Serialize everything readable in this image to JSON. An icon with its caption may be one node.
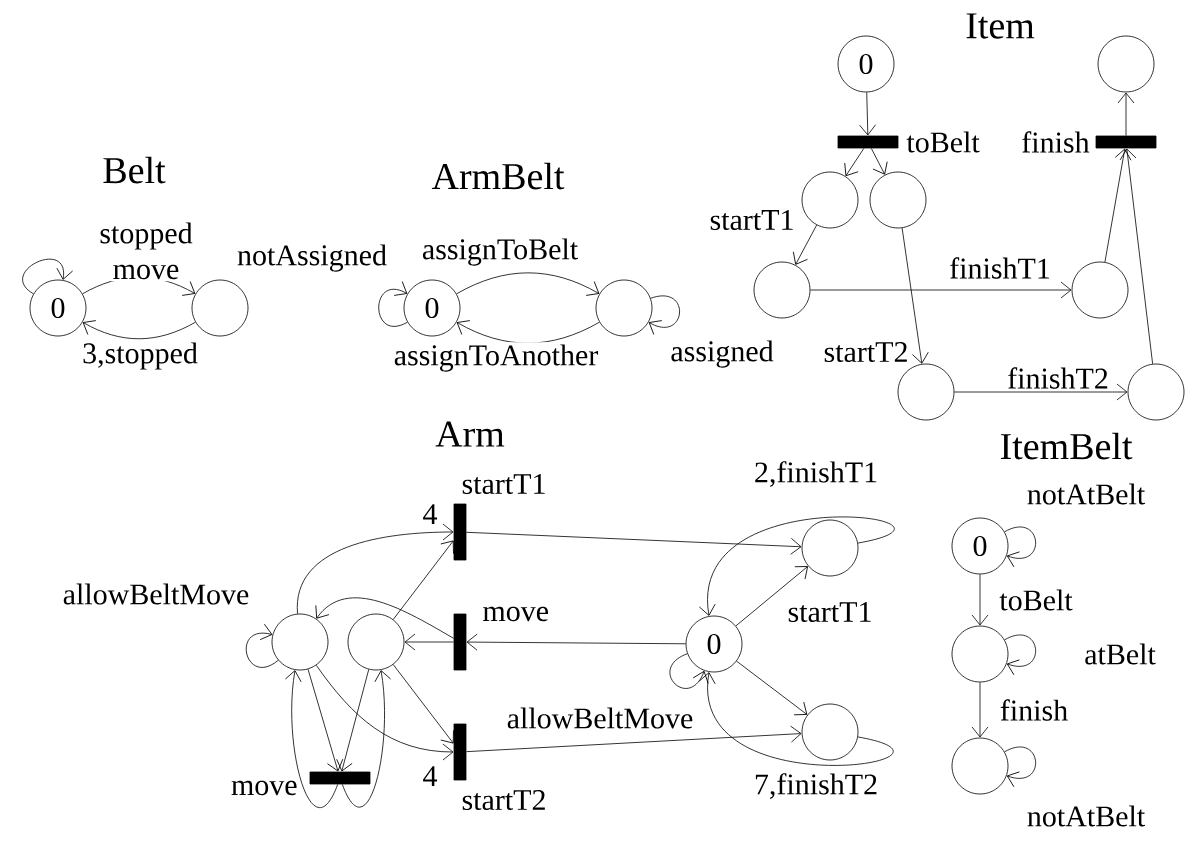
{
  "diagram": {
    "nodes": [
      {
        "text": [
          "0"
        ]
      },
      {
        "text": [],
        "shape": "circle"
      },
      {
        "text": [
          "0"
        ]
      },
      {
        "text": [],
        "shape": "circle"
      },
      {
        "text": [
          "0"
        ]
      },
      {
        "text": [],
        "shape": "bar",
        "beside": [
          "toBelt"
        ]
      },
      {
        "text": [],
        "shape": "circle"
      },
      {
        "text": [],
        "shape": "circle"
      },
      {
        "text": [],
        "shape": "circle"
      },
      {
        "text": [],
        "shape": "circle"
      },
      {
        "text": [],
        "shape": "circle"
      },
      {
        "text": [],
        "shape": "circle"
      },
      {
        "text": [],
        "shape": "bar",
        "beside": [
          "finish"
        ]
      },
      {
        "text": [],
        "shape": "circle"
      },
      {
        "text": [],
        "shape": "circle"
      },
      {
        "text": [],
        "shape": "circle"
      },
      {
        "text": [],
        "shape": "bar",
        "beside": [
          "startT1"
        ]
      },
      {
        "text": [],
        "shape": "bar",
        "beside": [
          "move"
        ]
      },
      {
        "text": [],
        "shape": "bar",
        "beside": [
          "startT2"
        ]
      },
      {
        "text": [],
        "shape": "bar",
        "beside": [
          "move"
        ]
      },
      {
        "text": [
          "0"
        ]
      },
      {
        "text": [],
        "shape": "circle"
      },
      {
        "text": [],
        "shape": "circle"
      },
      {
        "text": [
          "0"
        ]
      },
      {
        "text": [],
        "shape": "circle"
      },
      {
        "text": [],
        "shape": "circle"
      }
    ],
    "edges": [
      {
        "from": 0,
        "to": 0,
        "arrow": "to",
        "label": "stopped"
      },
      {
        "from": 0,
        "to": 1,
        "arrow": "to",
        "label": "move"
      },
      {
        "from": 1,
        "to": 0,
        "arrow": "to",
        "label": "3,stopped"
      },
      {
        "from": 2,
        "to": 2,
        "arrow": "to",
        "label": "notAssigned"
      },
      {
        "from": 2,
        "to": 3,
        "arrow": "to",
        "label": "assignToBelt"
      },
      {
        "from": 3,
        "to": 2,
        "arrow": "to",
        "label": "assignToAnother"
      },
      {
        "from": 3,
        "to": 3,
        "arrow": "to",
        "label": "assigned"
      },
      {
        "from": 4,
        "to": 5,
        "arrow": "to"
      },
      {
        "from": 5,
        "to": 6,
        "arrow": "to"
      },
      {
        "from": 5,
        "to": 7,
        "arrow": "to"
      },
      {
        "from": 6,
        "to": 8,
        "arrow": "to",
        "label": "startT1"
      },
      {
        "from": 7,
        "to": 10,
        "arrow": "to",
        "label": "startT2"
      },
      {
        "from": 8,
        "to": 9,
        "arrow": "to",
        "label": "finishT1"
      },
      {
        "from": 10,
        "to": 11,
        "arrow": "to",
        "label": "finishT2"
      },
      {
        "from": 9,
        "to": 12,
        "arrow": "to"
      },
      {
        "from": 11,
        "to": 12,
        "arrow": "to"
      },
      {
        "from": 12,
        "to": 13,
        "arrow": "to"
      },
      {
        "from": 14,
        "to": 14,
        "arrow": "to",
        "label": "allowBeltMove"
      },
      {
        "from": 14,
        "to": 16,
        "arrow": "to",
        "label": "4"
      },
      {
        "from": 15,
        "to": 16,
        "arrow": "to"
      },
      {
        "from": 17,
        "to": 14,
        "arrow": "to"
      },
      {
        "from": 17,
        "to": 15,
        "arrow": "to"
      },
      {
        "from": 20,
        "to": 17,
        "arrow": "to"
      },
      {
        "from": 14,
        "to": 18,
        "arrow": "to",
        "label": "4"
      },
      {
        "from": 15,
        "to": 18,
        "arrow": "to"
      },
      {
        "from": 14,
        "to": 19,
        "arrow": "to"
      },
      {
        "from": 15,
        "to": 19,
        "arrow": "to"
      },
      {
        "from": 19,
        "to": 14,
        "arrow": "to"
      },
      {
        "from": 19,
        "to": 15,
        "arrow": "to"
      },
      {
        "from": 16,
        "to": 21,
        "arrow": "to"
      },
      {
        "from": 18,
        "to": 22,
        "arrow": "to"
      },
      {
        "from": 20,
        "to": 21,
        "arrow": "to",
        "label": "startT1"
      },
      {
        "from": 20,
        "to": 22,
        "arrow": "to"
      },
      {
        "from": 21,
        "to": 20,
        "arrow": "to",
        "label": "2,finishT1"
      },
      {
        "from": 22,
        "to": 20,
        "arrow": "to",
        "label": "7,finishT2"
      },
      {
        "from": 20,
        "to": 20,
        "arrow": "to",
        "label": "allowBeltMove"
      },
      {
        "from": 23,
        "to": 23,
        "arrow": "to",
        "label": "notAtBelt"
      },
      {
        "from": 23,
        "to": 24,
        "arrow": "to",
        "label": "toBelt"
      },
      {
        "from": 24,
        "to": 24,
        "arrow": "to",
        "label": "atBelt"
      },
      {
        "from": 24,
        "to": 25,
        "arrow": "to",
        "label": "finish"
      },
      {
        "from": 25,
        "to": 25,
        "arrow": "to",
        "label": "notAtBelt"
      }
    ],
    "labels": [
      "Belt",
      "ArmBelt",
      "Item",
      "Arm",
      "ItemBelt"
    ]
  }
}
